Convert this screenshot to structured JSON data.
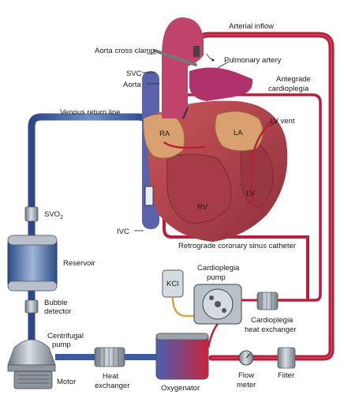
{
  "labels": {
    "arterial_inflow": "Arterial inflow",
    "aorta_cross_clamp": "Aorta cross clamp",
    "pulmonary_artery": "Pulmonary artery",
    "svc": "SVC",
    "aorta": "Aorta",
    "antegrade_1": "Antegrade",
    "antegrade_2": "cardioplegia",
    "venous_return_line": "Venous return line",
    "ra": "RA",
    "la": "LA",
    "lv_vent": "LV vent",
    "lv": "LV",
    "rv": "RV",
    "svo2_main": "SVO",
    "svo2_sub": "2",
    "ivc": "IVC",
    "retrograde": "Retrograde coronary sinus catheter",
    "reservoir": "Reservoir",
    "kcl": "KCl",
    "cardioplegia_pump_1": "Cardioplegia",
    "cardioplegia_pump_2": "pump",
    "bubble_1": "Bubble",
    "bubble_2": "detector",
    "cardioplegia_hx_1": "Cardioplegia",
    "cardioplegia_hx_2": "heat exchanger",
    "centrifugal_1": "Centrifugal",
    "centrifugal_2": "pump",
    "heat_1": "Heat",
    "heat_2": "exchanger",
    "oxygenator": "Oxygenator",
    "flow_1": "Flow",
    "flow_2": "meter",
    "filter": "Filter",
    "motor": "Motor"
  },
  "colors": {
    "venous_line": "#3d5a9e",
    "arterial_line": "#b8203a",
    "heart_muscle": "#b5474f",
    "aorta": "#c0436b",
    "pulmonary_artery": "#b0326a",
    "svc_ivc": "#5b63a8",
    "atrium": "#d9a070",
    "device_gray": "#9aa3ad"
  }
}
